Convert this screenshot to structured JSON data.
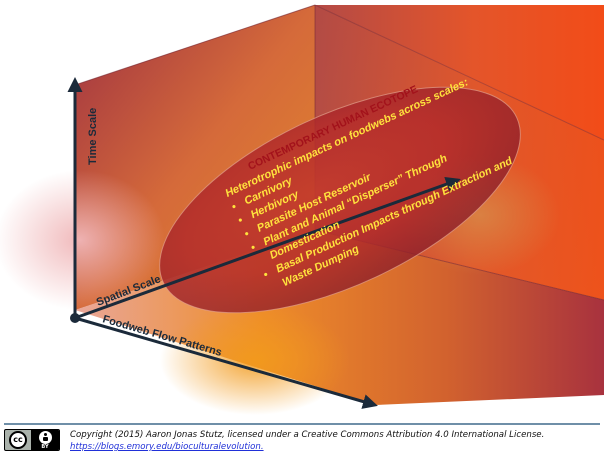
{
  "axes": {
    "time": "Time Scale",
    "spatial": "Spatial Scale",
    "foodweb": "Foodweb Flow Patterns"
  },
  "ecotope": {
    "title": "CONTEMPORARY HUMAN ECOTOPE",
    "intro_line1": "Heterotrophic impacts on foodwebs across scales:",
    "bullets": [
      "Carnivory",
      "Herbivory",
      "Parasite Host Reservoir",
      "Plant and Animal “Disperser” Through",
      "Basal Production Impacts through Extraction and"
    ],
    "continuations": [
      "Domestication",
      "Waste Dumping"
    ]
  },
  "footer": {
    "license_badge": {
      "cc": "cc",
      "by": "BY"
    },
    "copyright": "Copyright (2015) Aaron Jonas Stutz, licensed under a Creative Commons Attribution 4.0 International License.",
    "url": "https://blogs.emory.edu/bioculturalevolution."
  },
  "colors": {
    "axis": "#1b2a3a",
    "title": "#a3121b",
    "text": "#ffe23d",
    "rule": "#6f8fa8",
    "link": "#2030d8"
  }
}
